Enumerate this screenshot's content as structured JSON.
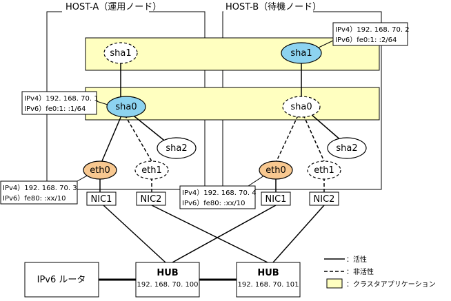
{
  "hosts": {
    "a": {
      "title": "HOST-A（運用ノード）"
    },
    "b": {
      "title": "HOST-B（待機ノード）"
    }
  },
  "nodes": {
    "a_sha1": "sha1",
    "b_sha1": "sha1",
    "a_sha0": "sha0",
    "b_sha0": "sha0",
    "a_sha2": "sha2",
    "b_sha2": "sha2",
    "a_eth0": "eth0",
    "a_eth1": "eth1",
    "b_eth0": "eth0",
    "b_eth1": "eth1",
    "a_nic1": "NIC1",
    "a_nic2": "NIC2",
    "b_nic1": "NIC1",
    "b_nic2": "NIC2"
  },
  "callouts": {
    "b_sha1": {
      "ipv4": "IPv4）192. 168. 70. 2",
      "ipv6": "IPv6）fe0:1: :2/64"
    },
    "a_sha0": {
      "ipv4": "IPv4）192. 168. 70. 1",
      "ipv6": "IPv6）fe0:1: :1/64"
    },
    "a_eth0": {
      "ipv4": "IPv4）192. 168. 70. 3",
      "ipv6": "IPv6）fe80: :xx/10"
    },
    "b_eth0": {
      "ipv4": "IPv4）192. 168. 70. 4",
      "ipv6": "IPv6）fe80: :xx/10"
    }
  },
  "hubs": {
    "left": {
      "name": "HUB",
      "ip": "192. 168. 70. 100"
    },
    "right": {
      "name": "HUB",
      "ip": "192. 168. 70. 101"
    }
  },
  "router": {
    "label": "IPv6 ルータ"
  },
  "legend": {
    "active": "：活性",
    "inactive": "：非活性",
    "cluster_app": "：クラスタアプリケーション"
  },
  "colors": {
    "cluster_fill": "#ffffc0",
    "active_sha_fill": "#8dd3f0",
    "active_eth_fill": "#f8c890",
    "line": "#000000"
  }
}
